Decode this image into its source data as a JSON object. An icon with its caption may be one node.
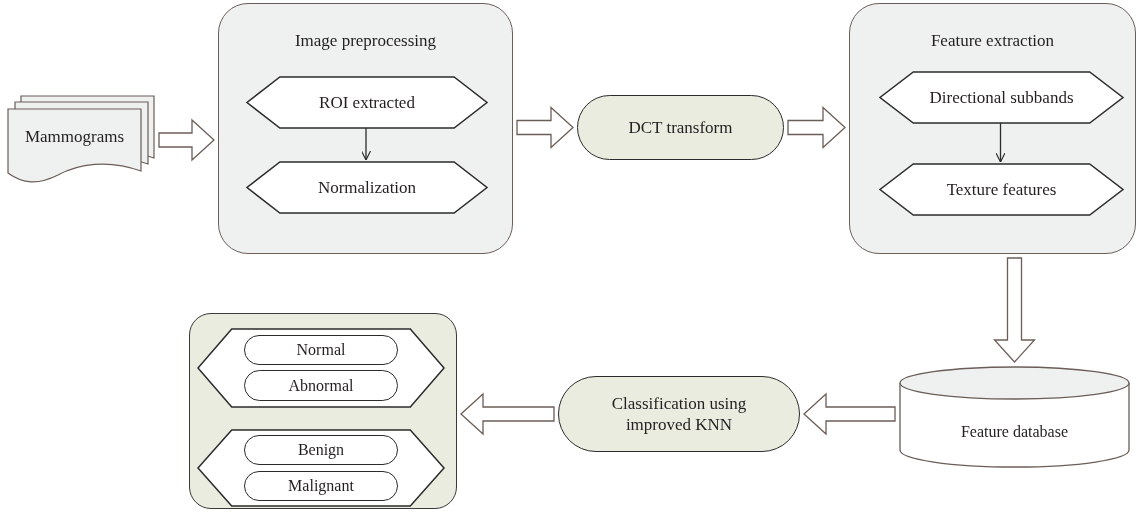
{
  "diagram": {
    "nodes": [
      {
        "text": [
          "Mammograms"
        ]
      },
      {
        "text": [
          "Image preprocessing"
        ]
      },
      {
        "text": [
          "ROI extracted"
        ],
        "in": 1
      },
      {
        "text": [
          "Normalization"
        ],
        "in": 1
      },
      {
        "text": [
          "DCT transform"
        ]
      },
      {
        "text": [
          "Feature extraction"
        ]
      },
      {
        "text": [
          "Directional subbands"
        ],
        "in": 5
      },
      {
        "text": [
          "Texture features"
        ],
        "in": 5
      },
      {
        "text": [
          "Feature database"
        ]
      },
      {
        "text": [
          "Classification using improved KNN"
        ]
      },
      {
        "text": [],
        "shape": "box"
      },
      {
        "text": [],
        "shape": "hexagon",
        "in": 10
      },
      {
        "text": [
          "Normal"
        ],
        "in": 11
      },
      {
        "text": [
          "Abnormal"
        ],
        "in": 11
      },
      {
        "text": [],
        "shape": "hexagon",
        "in": 10
      },
      {
        "text": [
          "Benign"
        ],
        "in": 14
      },
      {
        "text": [
          "Malignant"
        ],
        "in": 14
      }
    ],
    "edges": [
      {
        "from": 0,
        "to": 1,
        "arrow": "to",
        "style": "thick"
      },
      {
        "from": 2,
        "to": 3,
        "arrow": "to"
      },
      {
        "from": 1,
        "to": 4,
        "arrow": "to",
        "style": "thick"
      },
      {
        "from": 4,
        "to": 5,
        "arrow": "to",
        "style": "thick"
      },
      {
        "from": 6,
        "to": 7,
        "arrow": "to"
      },
      {
        "from": 5,
        "to": 8,
        "arrow": "to",
        "style": "thick"
      },
      {
        "from": 8,
        "to": 9,
        "arrow": "to",
        "style": "thick"
      },
      {
        "from": 9,
        "to": 10,
        "arrow": "to",
        "style": "thick"
      }
    ]
  }
}
